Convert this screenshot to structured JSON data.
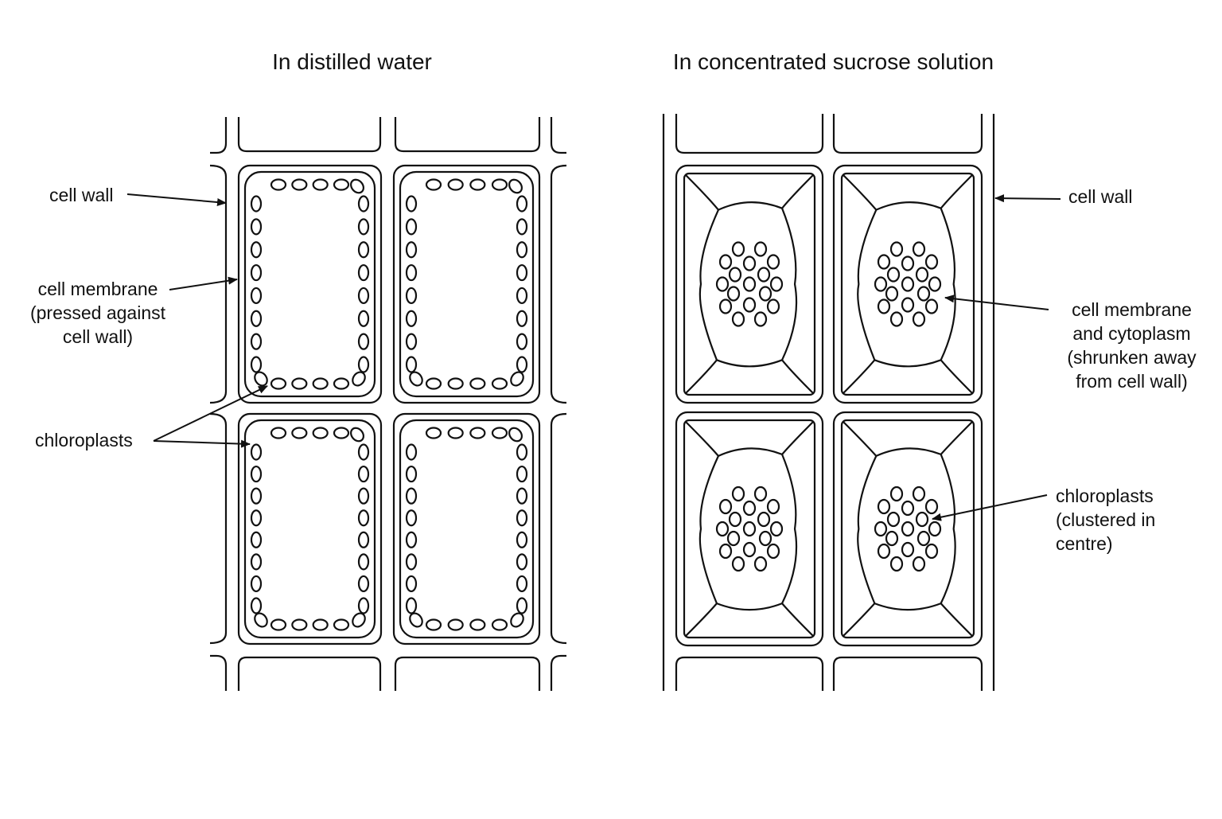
{
  "panels": {
    "left": {
      "title": "In distilled water"
    },
    "right": {
      "title": "In concentrated sucrose solution"
    }
  },
  "labels": {
    "left_cell_wall": "cell wall",
    "left_membrane": [
      "cell membrane",
      "(pressed against",
      "cell wall)"
    ],
    "left_chloroplasts": "chloroplasts",
    "right_cell_wall": "cell wall",
    "right_membrane": [
      "cell membrane",
      "and cytoplasm",
      "(shrunken away",
      "from cell wall)"
    ],
    "right_chloroplasts": [
      "chloroplasts",
      "(clustered in",
      "centre)"
    ]
  }
}
